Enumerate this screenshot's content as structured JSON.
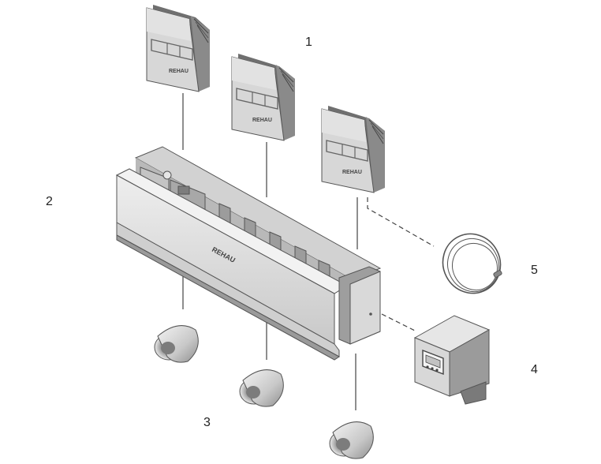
{
  "callouts": {
    "room_thermostats": "1",
    "base_unit": "2",
    "thermal_actuators": "3",
    "controller": "4",
    "sensor_cable": "5"
  },
  "brand": {
    "logo": "REHAU"
  }
}
